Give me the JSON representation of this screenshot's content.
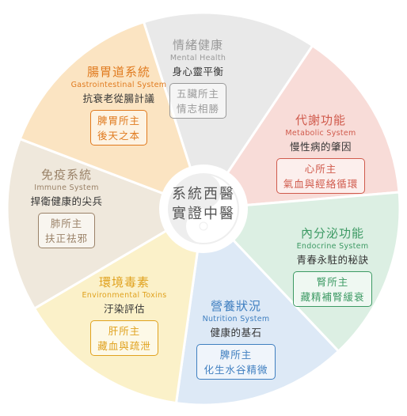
{
  "center": {
    "line1": "系統西醫",
    "line2": "實證中醫"
  },
  "segments": [
    {
      "key": "mental",
      "title_cn": "情緒健康",
      "title_en": "Mental Health",
      "description": "身心靈平衡",
      "box_line1": "五臟所主",
      "box_line2": "情志相勝",
      "fill_color": "#e9e9e9",
      "accent_color": "#9a9a9a"
    },
    {
      "key": "metabolic",
      "title_cn": "代謝功能",
      "title_en": "Metabolic System",
      "description": "慢性病的肇因",
      "box_line1": "心所主",
      "box_line2": "氣血與經絡循環",
      "fill_color": "#f8dcd8",
      "accent_color": "#d05a4c"
    },
    {
      "key": "endocrine",
      "title_cn": "內分泌功能",
      "title_en": "Endocrine System",
      "description": "青春永駐的秘訣",
      "box_line1": "腎所主",
      "box_line2": "藏精補腎緩衰",
      "fill_color": "#dcefe3",
      "accent_color": "#3d9a64"
    },
    {
      "key": "nutrition",
      "title_cn": "營養狀況",
      "title_en": "Nutrition System",
      "description": "健康的基石",
      "box_line1": "脾所主",
      "box_line2": "化生水谷精微",
      "fill_color": "#dde9f6",
      "accent_color": "#3f7fc0"
    },
    {
      "key": "toxins",
      "title_cn": "環境毒素",
      "title_en": "Environmental Toxins",
      "description": "汙染評估",
      "box_line1": "肝所主",
      "box_line2": "藏血與疏泄",
      "fill_color": "#fbf1c9",
      "accent_color": "#e0a21f"
    },
    {
      "key": "immune",
      "title_cn": "免疫系統",
      "title_en": "Immune System",
      "description": "捍衛健康的尖兵",
      "box_line1": "肺所主",
      "box_line2": "扶正祛邪",
      "fill_color": "#efe8dc",
      "accent_color": "#9a8268"
    },
    {
      "key": "gastro",
      "title_cn": "腸胃道系統",
      "title_en": "Gastrointestinal System",
      "description": "抗衰老從腸計議",
      "box_line1": "脾胃所主",
      "box_line2": "後天之本",
      "fill_color": "#fbe4c2",
      "accent_color": "#e07a1e"
    }
  ]
}
